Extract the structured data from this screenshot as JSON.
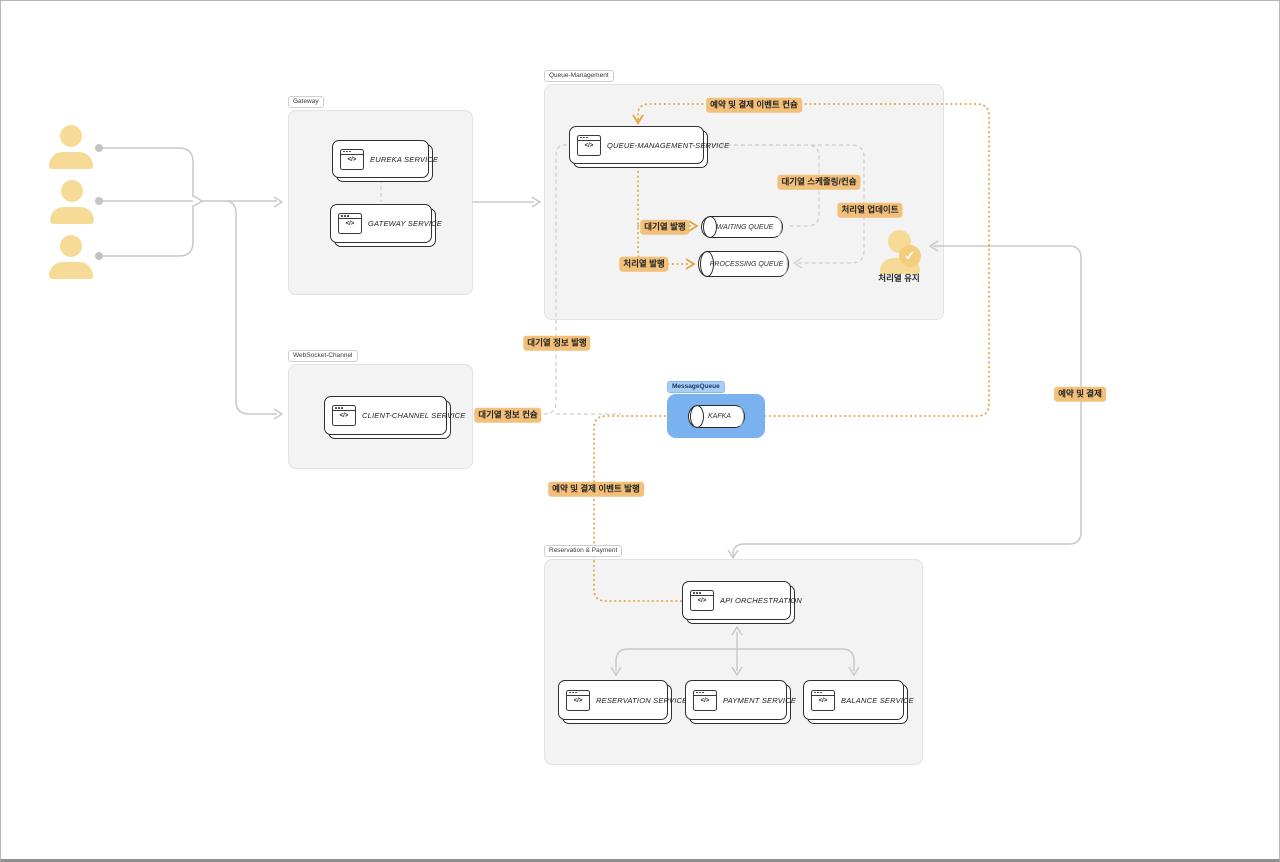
{
  "diagram": {
    "groups": {
      "gateway": "Gateway",
      "queue_management": "Queue-Management",
      "websocket_channel": "WebSocket-Channel",
      "message_queue": "MessageQueue",
      "reservation_payment": "Reservation & Payment"
    },
    "services": {
      "eureka": "EUREKA SERVICE",
      "gateway": "GATEWAY SERVICE",
      "queue_management": "QUEUE-MANAGEMENT-SERVICE",
      "client_channel": "CLIENT-CHANNEL SERVICE",
      "api_orchestration": "API ORCHESTRATION",
      "reservation": "RESERVATION SERVICE",
      "payment": "PAYMENT SERVICE",
      "balance": "BALANCE SERVICE"
    },
    "queues": {
      "waiting": "WAITING QUEUE",
      "processing": "PROCESSING QUEUE",
      "kafka": "KAFKA"
    },
    "flow_labels": {
      "consume_event": "예약 및 결제 이벤트 컨슘",
      "queue_scheduling": "대기열 스케줄링/컨슘",
      "processing_update": "처리열 업데이트",
      "waiting_publish": "대기열 발행",
      "processing_publish": "처리열 발행",
      "processing_keep": "처리열 유지",
      "queue_info_publish": "대기열 정보 발행",
      "queue_info_consume": "대기열 정보 컨슘",
      "publish_event": "예약 및 결제 이벤트 발행",
      "reservation_payment": "예약 및 결제"
    },
    "icons": {
      "code": "</>",
      "check": "✓"
    },
    "colors": {
      "accent_orange": "#E8A23D",
      "label_bg": "#F2C07A",
      "kafka_bg": "#7AB2F0",
      "kafka_tag_bg": "#A9CDF5",
      "user_yellow": "#F6DB96",
      "line_gray": "#C9C9C9",
      "dash_gray": "#CFCFCF",
      "group_bg": "#F3F3F3"
    }
  }
}
